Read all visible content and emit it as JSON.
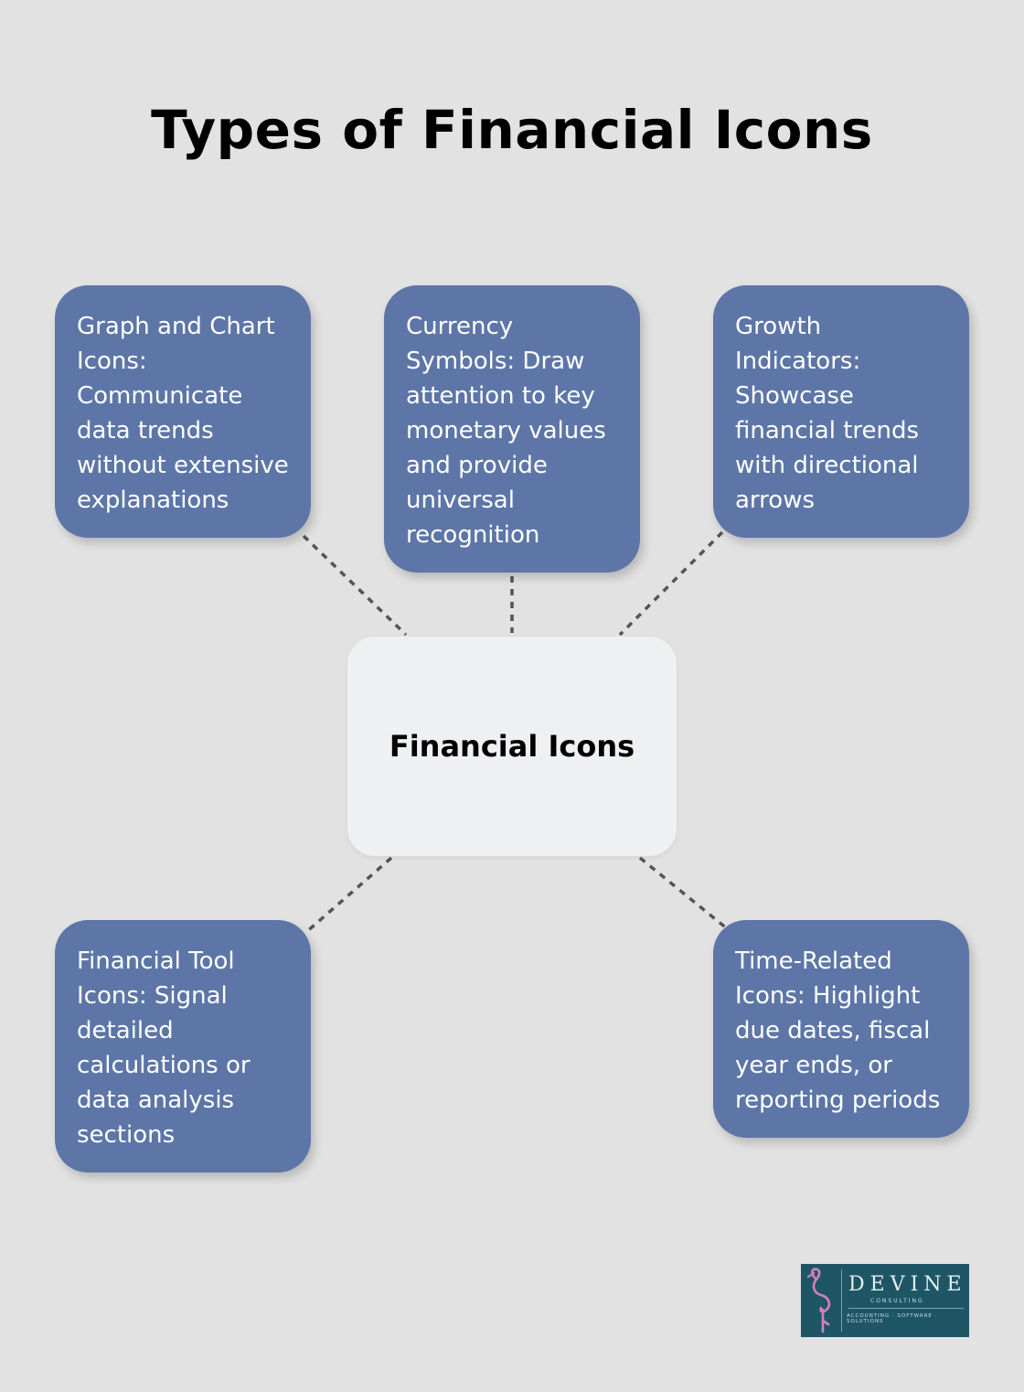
{
  "title": "Types of Financial Icons",
  "center": {
    "label": "Financial Icons"
  },
  "nodes": [
    {
      "label": "Graph and Chart Icons: Communicate data trends without extensive explanations"
    },
    {
      "label": "Currency Symbols: Draw attention to key monetary values and provide universal recognition"
    },
    {
      "label": "Growth Indicators: Showcase financial trends with directional arrows"
    },
    {
      "label": "Financial Tool Icons: Signal detailed calculations or data analysis sections"
    },
    {
      "label": "Time-Related Icons: Highlight due dates, fiscal year ends, or reporting periods"
    }
  ],
  "logo": {
    "name": "DEVINE",
    "subtitle": "CONSULTING",
    "tagline": "ACCOUNTING · SOFTWARE · SOLUTIONS",
    "icon": "flamingo-icon"
  },
  "colors": {
    "background": "#e1e2e1",
    "node_fill": "#5d76a7",
    "center_fill": "#eff0f1",
    "connector": "#555555",
    "logo_bg": "#1e5666",
    "logo_accent": "#d77fb8"
  }
}
